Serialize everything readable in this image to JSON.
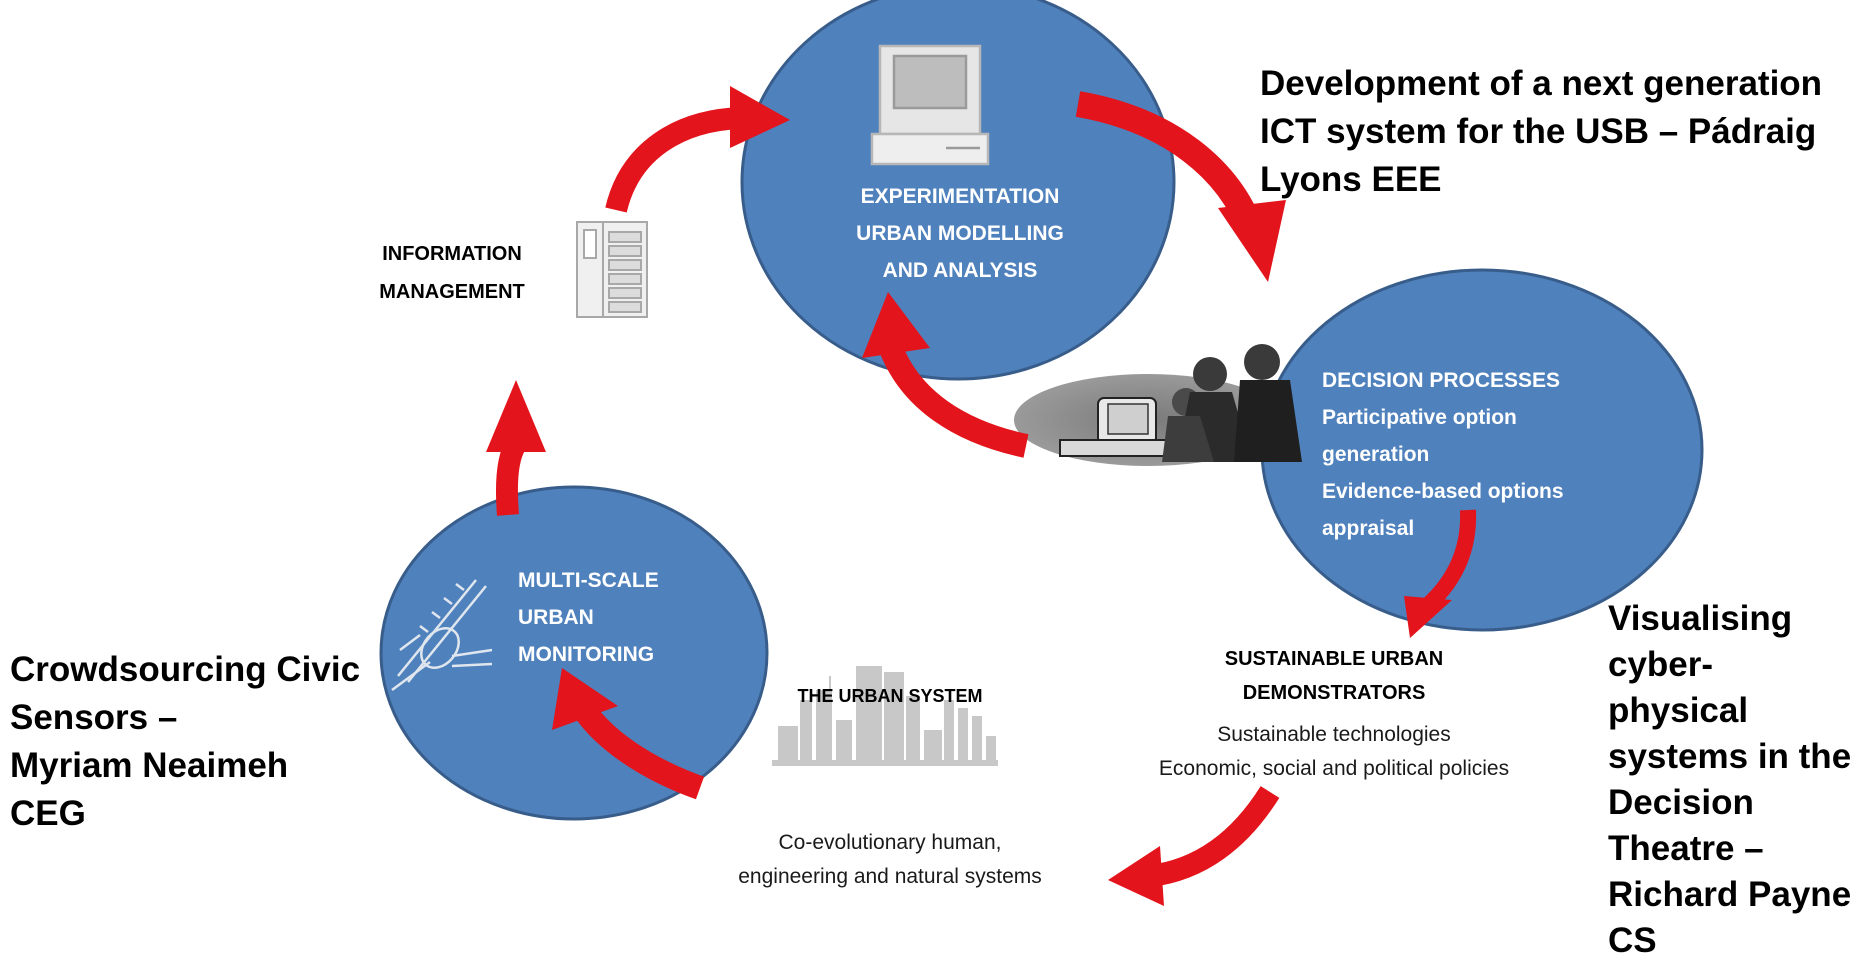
{
  "nodes": {
    "experimentation": {
      "lines": [
        "EXPERIMENTATION",
        "URBAN MODELLING",
        "AND ANALYSIS"
      ]
    },
    "decision": {
      "lines": [
        "DECISION PROCESSES",
        "Participative option",
        "generation",
        "Evidence-based options",
        "appraisal"
      ]
    },
    "monitoring": {
      "lines": [
        "MULTI-SCALE",
        "URBAN",
        "MONITORING"
      ]
    },
    "information": {
      "lines": [
        "INFORMATION",
        "MANAGEMENT"
      ]
    },
    "urban_system": {
      "title": "THE URBAN SYSTEM",
      "desc_lines": [
        "Co-evolutionary human,",
        "engineering and natural systems"
      ]
    },
    "demonstrators": {
      "title_lines": [
        "SUSTAINABLE URBAN",
        "DEMONSTRATORS"
      ],
      "desc_lines": [
        "Sustainable technologies",
        "Economic, social and political policies"
      ]
    }
  },
  "captions": {
    "ict": [
      "Development of a next generation",
      "ICT system for the USB – Pádraig",
      "Lyons EEE"
    ],
    "crowdsourcing": [
      "Crowdsourcing Civic",
      "Sensors –",
      "Myriam Neaimeh",
      "CEG"
    ],
    "visualising": [
      "Visualising",
      "cyber-physical",
      "systems in the",
      "Decision",
      "Theatre –",
      "Richard Payne",
      "CS"
    ]
  },
  "colors": {
    "circle_fill": "#4f81bd",
    "circle_stroke": "#385d8a",
    "arrow": "#e3141b",
    "icon_grey": "#b7b7b7"
  },
  "icons": [
    "computer-icon",
    "server-cabinet-icon",
    "satellite-icon",
    "people-at-computer-icon",
    "city-skyline-icon"
  ]
}
